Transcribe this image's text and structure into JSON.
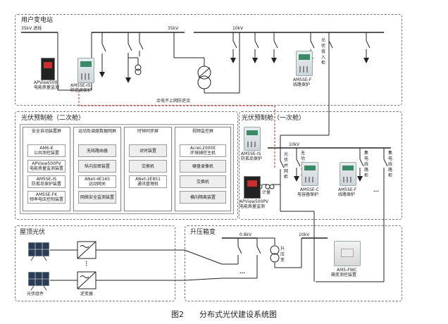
{
  "sections": {
    "substation": "用户变电站",
    "pv_secondary": "光伏预制舱（二次舱）",
    "pv_primary": "光伏预制舱（一次舱）",
    "rooftop": "屋顶光伏",
    "boost": "升压箱变"
  },
  "voltages": {
    "incoming": "35kV 进线",
    "bus35": "35kV",
    "bus10": "10kV",
    "pv10": "10kV",
    "lv": "0.8kV",
    "boost10": "10kV"
  },
  "labels": {
    "apview500": [
      "APView500",
      "电能质量监测"
    ],
    "am5se_is_top": [
      "AM5SE-IS",
      "防逆流保护"
    ],
    "pv_access_cabinet": "光伏接入柜",
    "am5se_f_top": [
      "AM5SE-F",
      "线路保护"
    ],
    "reverse_power_note": "余电不上网防逆流",
    "am5se_is_mid": [
      "AM5SE-IS",
      "防孤岛保护"
    ],
    "pv_grid_cabinet": "光伏并网柜",
    "reactive_cabinet": "无功补偿柜",
    "feeder_cab_1": "集电线路柜",
    "feeder_cab_2": "集电线路柜",
    "meter": "计量",
    "apview500pv": [
      "APView500PV",
      "电能质量监测"
    ],
    "am5se_c": [
      "AM5SE-C",
      "电容器保护"
    ],
    "am5se_f_mid": [
      "AM5SE-F",
      "线路保护"
    ],
    "pv_module": "光伏组件",
    "inverter": "逆变器",
    "boost_transformer": "升压变",
    "am5_fwc": [
      "AM5-FWC",
      "箱变测控装置"
    ],
    "ellipsis": "..."
  },
  "cabinets": [
    {
      "title": "安全自动装置屏",
      "slots": [
        [
          "AM6-K",
          "公共测控装置"
        ],
        [
          "APView500PV",
          "电能质量监测装置"
        ],
        [
          "AM5SE-IS",
          "防孤岛保护装置"
        ],
        [
          "AM5SE-FK",
          "频率电压控制装置"
        ]
      ]
    },
    {
      "title": "运动及调度数据网屏",
      "slots": [
        [
          "无线路由器"
        ],
        [
          "纵向加密装置"
        ],
        [
          "ANet-4E16S",
          "远动网关"
        ],
        [
          "网络安全监测装置"
        ]
      ]
    },
    {
      "title": "时钟同步屏",
      "slots": [
        [
          "对时装置"
        ],
        [
          "交换机"
        ],
        [
          "ANet-2E8S1",
          "通讯管理机"
        ]
      ]
    },
    {
      "title": "视频监控屏",
      "slots": [
        [
          "Acrel-2000E",
          "环境辅控主机"
        ],
        [
          "硬盘录像机"
        ],
        [
          "交换机"
        ],
        [
          "横向隔离装置"
        ]
      ]
    }
  ],
  "figure_caption": "图2　　分布式光伏建设系统图"
}
